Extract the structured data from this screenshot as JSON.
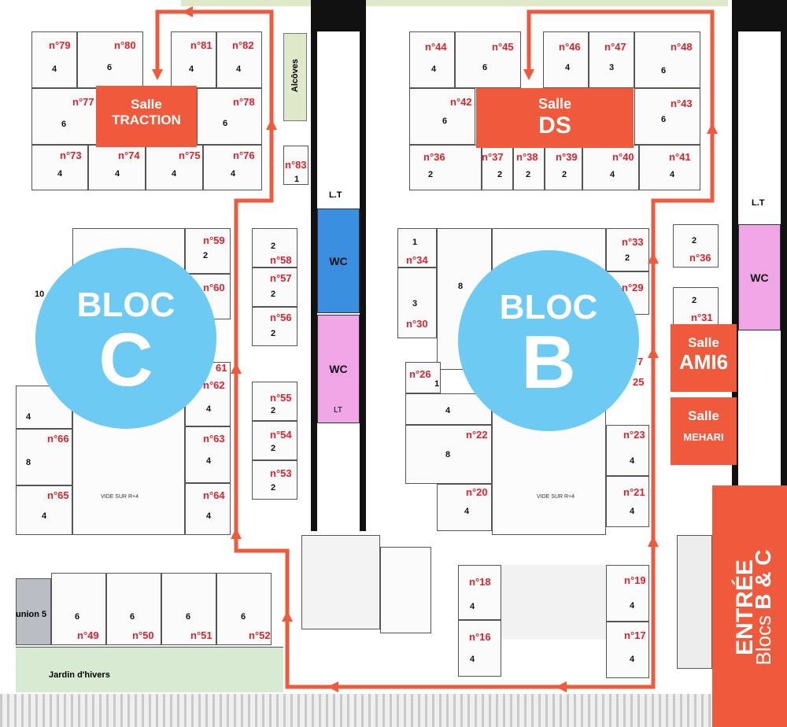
{
  "blocs": {
    "c": {
      "line1": "BLOC",
      "line2": "C",
      "color": "#6dcaf2"
    },
    "b": {
      "line1": "BLOC",
      "line2": "B",
      "color": "#6dcaf2"
    }
  },
  "salles": {
    "traction": {
      "line1": "Salle",
      "line2": "TRACTION"
    },
    "ds": {
      "line1": "Salle",
      "line2": "DS"
    },
    "ami6": {
      "line1": "Salle",
      "line2": "AMI6"
    },
    "mehari": {
      "line1": "Salle",
      "line2": "MEHARI"
    }
  },
  "entrance": {
    "line1": "ENTRÉE",
    "line2_prefix": "Blocs ",
    "line2_strong": "B & C"
  },
  "labels": {
    "alcoves": "Alcôves",
    "wc": "WC",
    "lt": "LT",
    "l_t": "L.T",
    "jardin": "Jardin d'hivers",
    "reunion": "union 5",
    "vide": "VIDE SUR R+4"
  },
  "route_color": "#ee5a3b",
  "rooms": [
    {
      "id": "79",
      "label": "n°79",
      "cap": "4"
    },
    {
      "id": "80",
      "label": "n°80",
      "cap": "6"
    },
    {
      "id": "81",
      "label": "n°81",
      "cap": "4"
    },
    {
      "id": "82",
      "label": "n°82",
      "cap": "4"
    },
    {
      "id": "77",
      "label": "n°77",
      "cap": "6"
    },
    {
      "id": "78",
      "label": "n°78",
      "cap": "6"
    },
    {
      "id": "73",
      "label": "n°73",
      "cap": "4"
    },
    {
      "id": "74",
      "label": "n°74",
      "cap": "4"
    },
    {
      "id": "75",
      "label": "n°75",
      "cap": "4"
    },
    {
      "id": "76",
      "label": "n°76",
      "cap": "4"
    },
    {
      "id": "83",
      "label": "n°83",
      "cap": "1"
    },
    {
      "id": "59",
      "label": "n°59",
      "cap": "2"
    },
    {
      "id": "60",
      "label": "n°60",
      "cap": ""
    },
    {
      "id": "58",
      "label": "n°58",
      "cap": "2"
    },
    {
      "id": "57",
      "label": "n°57",
      "cap": "2"
    },
    {
      "id": "56",
      "label": "n°56",
      "cap": "2"
    },
    {
      "id": "61",
      "label": "61",
      "cap": ""
    },
    {
      "id": "62",
      "label": "n°62",
      "cap": "4"
    },
    {
      "id": "55",
      "label": "n°55",
      "cap": "2"
    },
    {
      "id": "54",
      "label": "n°54",
      "cap": "2"
    },
    {
      "id": "53",
      "label": "n°53",
      "cap": "2"
    },
    {
      "id": "66",
      "label": "n°66",
      "cap": "8"
    },
    {
      "id": "63",
      "label": "n°63",
      "cap": "4"
    },
    {
      "id": "65",
      "label": "n°65",
      "cap": "4"
    },
    {
      "id": "64",
      "label": "n°64",
      "cap": "4"
    },
    {
      "id": "49",
      "label": "n°49",
      "cap": "6"
    },
    {
      "id": "50",
      "label": "n°50",
      "cap": "6"
    },
    {
      "id": "51",
      "label": "n°51",
      "cap": "6"
    },
    {
      "id": "52",
      "label": "n°52",
      "cap": "6"
    },
    {
      "id": "44",
      "label": "n°44",
      "cap": "4"
    },
    {
      "id": "45",
      "label": "n°45",
      "cap": "6"
    },
    {
      "id": "46",
      "label": "n°46",
      "cap": "4"
    },
    {
      "id": "47",
      "label": "n°47",
      "cap": "3"
    },
    {
      "id": "48",
      "label": "n°48",
      "cap": "6"
    },
    {
      "id": "42",
      "label": "n°42",
      "cap": "6"
    },
    {
      "id": "43",
      "label": "n°43",
      "cap": "6"
    },
    {
      "id": "36",
      "label": "n°36",
      "cap": "2"
    },
    {
      "id": "37",
      "label": "n°37",
      "cap": "2"
    },
    {
      "id": "38",
      "label": "n°38",
      "cap": "2"
    },
    {
      "id": "39",
      "label": "n°39",
      "cap": "2"
    },
    {
      "id": "40",
      "label": "n°40",
      "cap": "4"
    },
    {
      "id": "41",
      "label": "n°41",
      "cap": "4"
    },
    {
      "id": "34",
      "label": "n°34",
      "cap": "1"
    },
    {
      "id": "30",
      "label": "n°30",
      "cap": "3"
    },
    {
      "id": "33",
      "label": "n°33",
      "cap": "2"
    },
    {
      "id": "29",
      "label": "n°29",
      "cap": ""
    },
    {
      "id": "36b",
      "label": "n°36",
      "cap": "2"
    },
    {
      "id": "31",
      "label": "n°31",
      "cap": "2"
    },
    {
      "id": "26",
      "label": "n°26",
      "cap": "1"
    },
    {
      "id": "22",
      "label": "n°22",
      "cap": "8"
    },
    {
      "id": "27",
      "label": "7",
      "cap": ""
    },
    {
      "id": "25",
      "label": "25",
      "cap": ""
    },
    {
      "id": "23",
      "label": "n°23",
      "cap": "4"
    },
    {
      "id": "20",
      "label": "n°20",
      "cap": "4"
    },
    {
      "id": "21",
      "label": "n°21",
      "cap": "4"
    },
    {
      "id": "18",
      "label": "n°18",
      "cap": "4"
    },
    {
      "id": "16",
      "label": "n°16",
      "cap": "4"
    },
    {
      "id": "19",
      "label": "n°19",
      "cap": "4"
    },
    {
      "id": "17",
      "label": "n°17",
      "cap": "4"
    }
  ],
  "extra_caps": {
    "c_big": "10",
    "c_left4": "4",
    "b_big": "8",
    "b_mid4": "4"
  }
}
